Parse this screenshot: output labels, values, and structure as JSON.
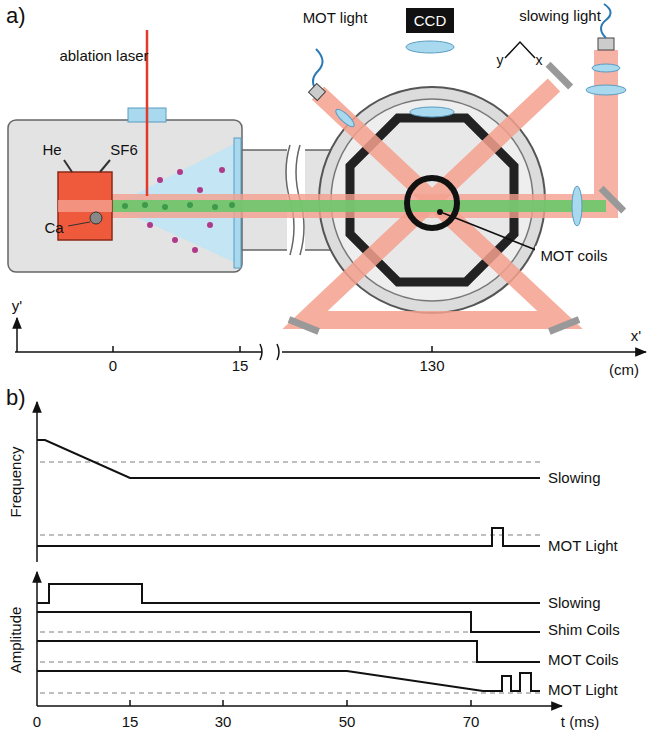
{
  "diagram": {
    "nodes": [
      {
        "text": [
          "CCD"
        ]
      }
    ],
    "labels": [
      "a)",
      "ablation laser",
      "He",
      "SF6",
      "Ca",
      "MOT light",
      "slowing light",
      "x",
      "y",
      "MOT coils",
      "y'",
      "x'",
      "0",
      "15",
      "130",
      "(cm)",
      "b)",
      "Frequency",
      "Amplitude",
      "Slowing",
      "MOT Light",
      "Slowing",
      "Shim Coils",
      "MOT Coils",
      "MOT Light",
      "0",
      "15",
      "30",
      "50",
      "70",
      "t (ms)"
    ]
  }
}
